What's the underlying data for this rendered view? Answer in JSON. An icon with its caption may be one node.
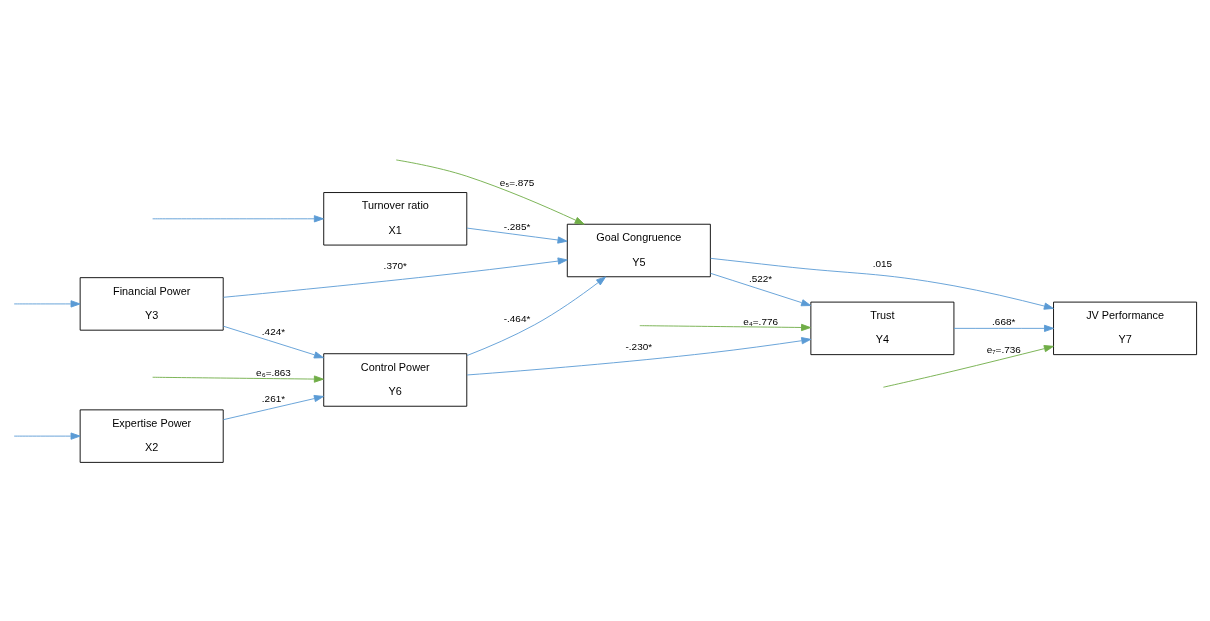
{
  "diagram": {
    "nodes": [
      {
        "text": [
          "Expertise Power",
          "X2"
        ]
      },
      {
        "text": [
          "Financial Power",
          "Y3"
        ]
      },
      {
        "text": [
          "Turnover ratio",
          "X1"
        ]
      },
      {
        "text": [
          "Control Power",
          "Y6"
        ]
      },
      {
        "text": [
          "Trust",
          "Y4"
        ]
      },
      {
        "text": [
          "Goal Congruence",
          "Y5"
        ]
      },
      {
        "text": [
          "JV Performance",
          "Y7"
        ]
      }
    ],
    "edges": [
      {
        "from": null,
        "to": 0,
        "arrow": "to"
      },
      {
        "from": null,
        "to": 1,
        "arrow": "to"
      },
      {
        "from": null,
        "to": 2,
        "arrow": "to"
      },
      {
        "from": 0,
        "to": 3,
        "arrow": "to",
        "label": ".261*"
      },
      {
        "from": 1,
        "to": 3,
        "arrow": "to",
        "label": ".424*"
      },
      {
        "from": 1,
        "to": 5,
        "arrow": "to",
        "label": ".370*"
      },
      {
        "from": 2,
        "to": 5,
        "arrow": "to",
        "label": "-.285*"
      },
      {
        "from": 3,
        "to": 4,
        "arrow": "to",
        "label": "-.230*"
      },
      {
        "from": 3,
        "to": 5,
        "arrow": "to",
        "label": "-.464*"
      },
      {
        "from": 5,
        "to": 4,
        "arrow": "to",
        "label": ".522*"
      },
      {
        "from": 4,
        "to": 6,
        "arrow": "to",
        "label": ".668*"
      },
      {
        "from": 5,
        "to": 6,
        "arrow": "to",
        "label": ".015"
      },
      {
        "from": null,
        "to": 3,
        "arrow": "to",
        "label": "e₆=.863",
        "color": "#70ad47"
      },
      {
        "from": null,
        "to": 4,
        "arrow": "to",
        "label": "e₄=.776",
        "color": "#70ad47"
      },
      {
        "from": null,
        "to": 5,
        "arrow": "to",
        "label": "e₅=.875",
        "color": "#70ad47"
      },
      {
        "from": null,
        "to": 6,
        "arrow": "to",
        "label": "e₇=.736",
        "color": "#70ad47"
      }
    ]
  }
}
